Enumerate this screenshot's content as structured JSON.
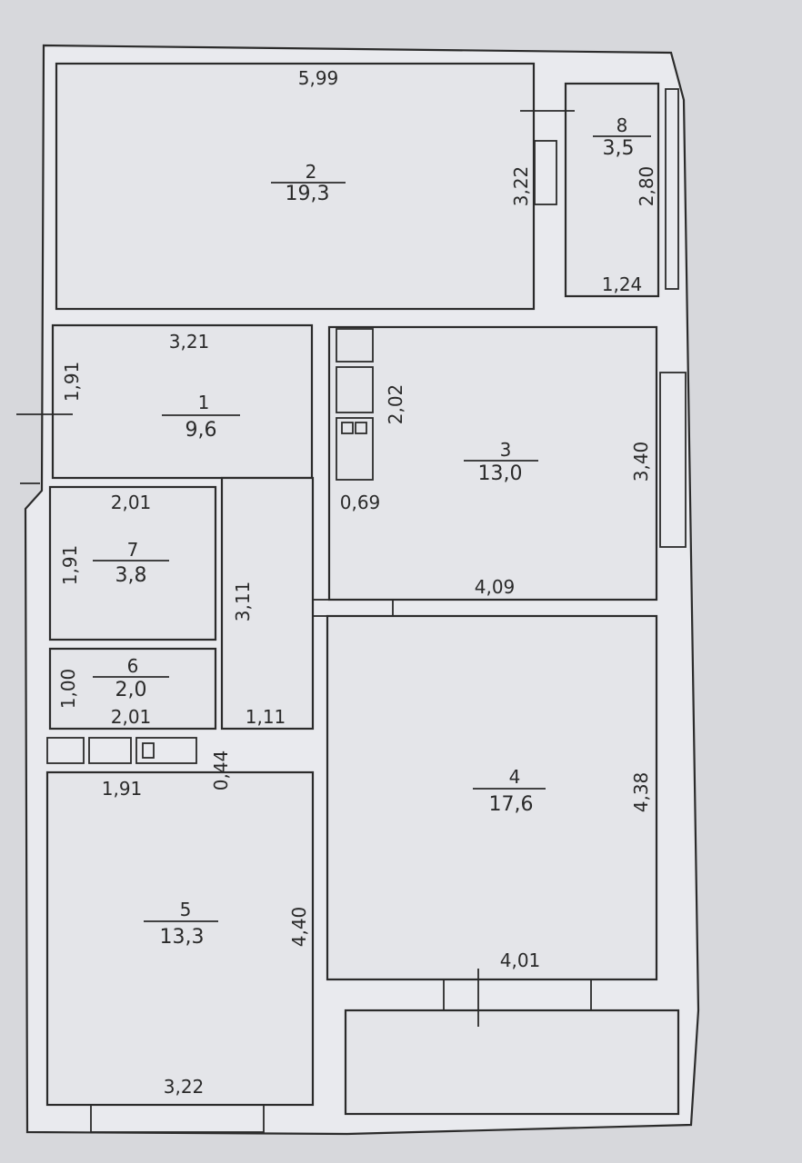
{
  "rooms": [
    {
      "number": "1",
      "area": "9,6"
    },
    {
      "number": "2",
      "area": "19,3"
    },
    {
      "number": "3",
      "area": "13,0"
    },
    {
      "number": "4",
      "area": "17,6"
    },
    {
      "number": "5",
      "area": "13,3"
    },
    {
      "number": "6",
      "area": "2,0"
    },
    {
      "number": "7",
      "area": "3,8"
    },
    {
      "number": "8",
      "area": "3,5"
    }
  ],
  "dimensions": {
    "r2_width": "5,99",
    "r2_height": "3,22",
    "r8_height": "2,80",
    "r8_width": "1,24",
    "r1_width": "3,21",
    "r1_height": "1,91",
    "r3_height_kitchen": "2,02",
    "r3_width_small": "0,69",
    "r3_height": "3,40",
    "r34_width": "4,09",
    "r7_width": "2,01",
    "r7_height": "1,91",
    "corr_height": "3,11",
    "r6_height": "1,00",
    "r6_width": "2,01",
    "corr_width": "1,11",
    "shaft_height": "0,44",
    "r5_top_width": "1,91",
    "r4_height": "4,38",
    "r4_width": "4,01",
    "r5_height": "4,40",
    "r5_width": "3,22"
  }
}
